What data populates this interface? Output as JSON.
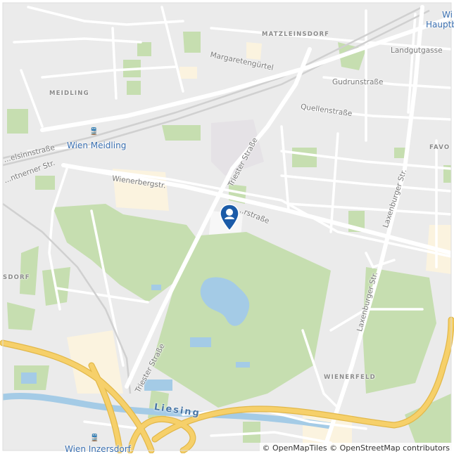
{
  "map": {
    "districts": {
      "matzleinsdorf": "MATZLEINSDORF",
      "meidling": "MEIDLING",
      "favoriten": "FAVO",
      "hetzendorf": "SDORF",
      "wienerfeld": "WIENERFELD"
    },
    "streets": {
      "landgutgasse": "Landgutgasse",
      "margaretenguertel": "Margaretengürtel",
      "gudrunstrasse": "Gudrunstraße",
      "quellenstrasse": "Quellenstraße",
      "triester_nord": "Triester Straße",
      "triester_sued": "Triester Straße",
      "wienerbergstrasse": "Wienerbergstr.",
      "sagedergasse": "...rstraße",
      "laxenburger_nord": "Laxenburger Str.",
      "laxenburger_sued": "Laxenburger Str.",
      "edelsinnstrasse": "...elsinnstraße",
      "altmannsdorfer": "...ntnerner Str."
    },
    "stations": {
      "meidling": "Wien Meidling",
      "inzersdorf": "Wien Inzersdorf",
      "hauptbahnhof_line1": "Wi",
      "hauptbahnhof_line2": "Hauptb"
    },
    "water": {
      "liesing": "Liesing"
    },
    "attribution": "© OpenMapTiles © OpenStreetMap contributors",
    "marker_icon": "map-pin-icon",
    "colors": {
      "land": "#ececec",
      "park": "#c6deb0",
      "water": "#a4cbe6",
      "motorway": "#f4cc5e",
      "marker": "#1b5ba8"
    }
  }
}
